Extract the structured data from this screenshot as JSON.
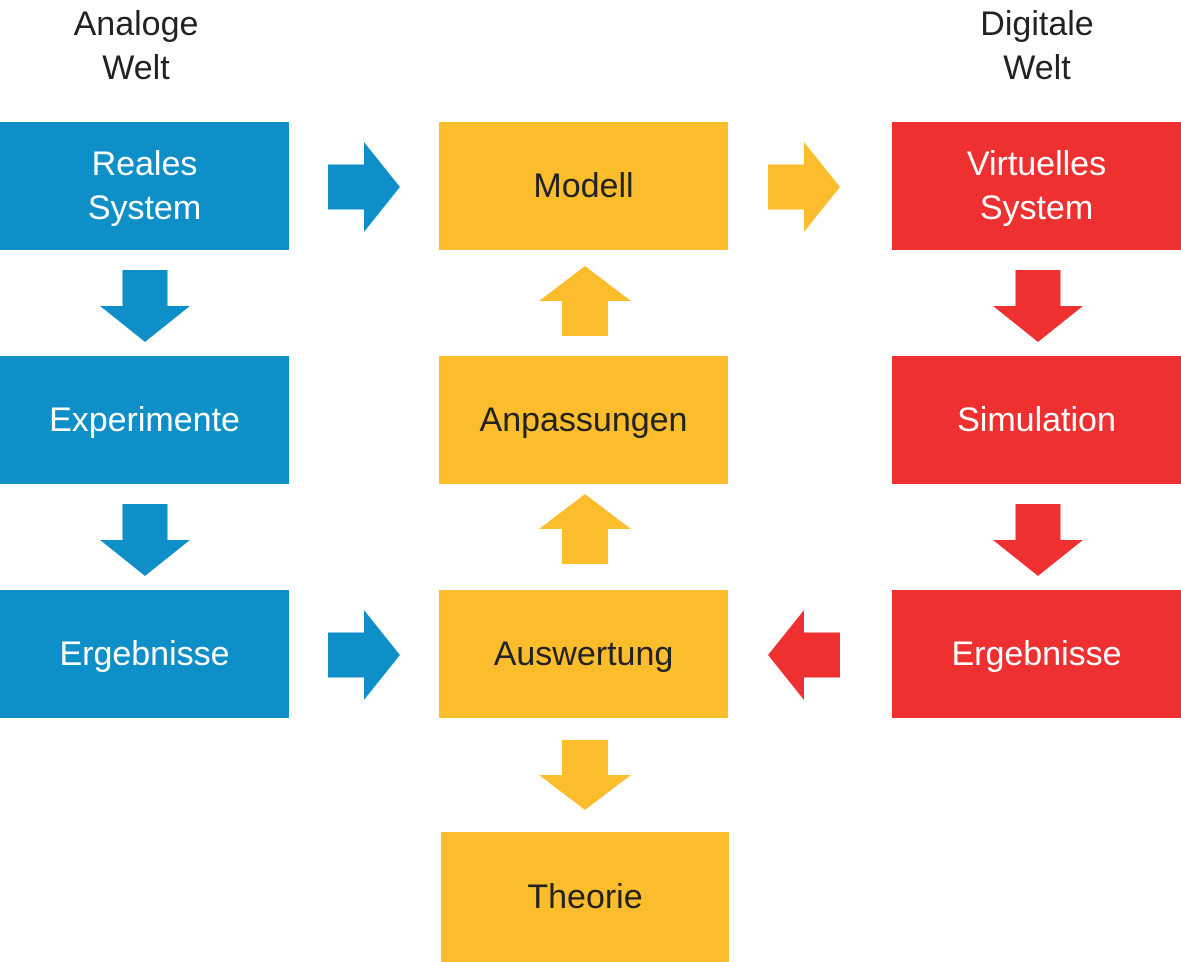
{
  "headers": {
    "analog": [
      "Analoge",
      "Welt"
    ],
    "digital": [
      "Digitale",
      "Welt"
    ]
  },
  "boxes": {
    "reales_system": [
      "Reales",
      "System"
    ],
    "experimente": "Experimente",
    "ergebnisse_analog": "Ergebnisse",
    "modell": "Modell",
    "anpassungen": "Anpassungen",
    "auswertung": "Auswertung",
    "theorie": "Theorie",
    "virtuelles_system": [
      "Virtuelles",
      "System"
    ],
    "simulation": "Simulation",
    "ergebnisse_digital": "Ergebnisse"
  },
  "colors": {
    "analog": "#0f8fc8",
    "center": "#fbbd2b",
    "digital": "#ee3030"
  },
  "arrows": [
    {
      "id": "reales-to-modell",
      "direction": "right",
      "color": "analog"
    },
    {
      "id": "reales-to-experimente",
      "direction": "down",
      "color": "analog"
    },
    {
      "id": "experimente-to-ergebnisse",
      "direction": "down",
      "color": "analog"
    },
    {
      "id": "ergebnisse-to-auswertung",
      "direction": "right",
      "color": "analog"
    },
    {
      "id": "modell-to-virtuelles",
      "direction": "right",
      "color": "center"
    },
    {
      "id": "anpassungen-to-modell",
      "direction": "up",
      "color": "center"
    },
    {
      "id": "auswertung-to-anpassungen",
      "direction": "up",
      "color": "center"
    },
    {
      "id": "auswertung-to-theorie",
      "direction": "down",
      "color": "center"
    },
    {
      "id": "virtuelles-to-simulation",
      "direction": "down",
      "color": "digital"
    },
    {
      "id": "simulation-to-ergebnisse",
      "direction": "down",
      "color": "digital"
    },
    {
      "id": "ergebnisse-to-auswertung-digital",
      "direction": "left",
      "color": "digital"
    }
  ]
}
